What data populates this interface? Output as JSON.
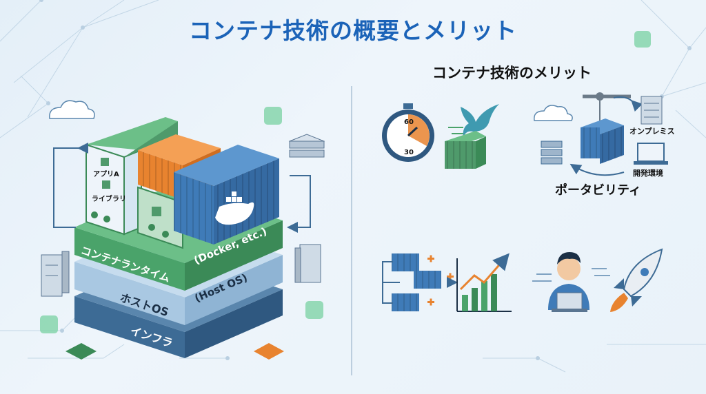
{
  "title": "コンテナ技術の概要とメリット",
  "stack": {
    "runtime_label": "コンテナランタイム",
    "runtime_example": "(Docker, etc.)",
    "os_label": "ホストOS",
    "os_example": "(Host OS)",
    "infra_label": "インフラ",
    "container_app_label": "アプリA",
    "container_lib_label": "ライブラリ"
  },
  "merits": {
    "heading": "コンテナ技術のメリット",
    "speed": {
      "stopwatch_top": "60",
      "stopwatch_bottom": "30"
    },
    "portability": {
      "label": "ポータビリティ",
      "onprem_label": "オンプレミス",
      "devenv_label": "開発環境"
    }
  },
  "colors": {
    "title": "#1b63b8",
    "green_layer": "#4aa36a",
    "os_layer": "#8fb8d9",
    "infra_layer": "#3d6b95",
    "orange_container": "#e8832f",
    "blue_container": "#3f7bb8",
    "green_container": "#4f9a6b"
  },
  "icons": [
    "cloud-icon",
    "server-icon",
    "docker-whale-icon",
    "stopwatch-icon",
    "bird-icon",
    "crane-icon",
    "laptop-icon",
    "rocket-icon",
    "bar-chart-icon",
    "person-icon",
    "gear-icon"
  ]
}
